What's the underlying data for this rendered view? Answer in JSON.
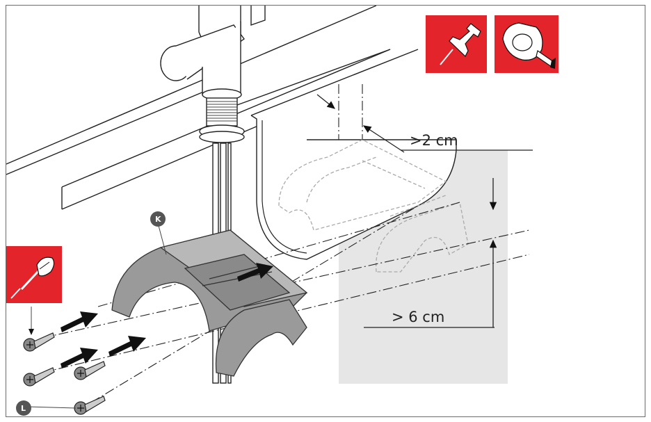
{
  "dimensions": {
    "top_clearance": ">2 cm",
    "bottom_clearance": "> 6 cm"
  },
  "labels": {
    "part_k": "K",
    "part_l": "L"
  },
  "icons": {
    "top_left_tool": "push-pin-icon",
    "top_right_tool": "tape-measure-icon",
    "left_tool": "screwdriver-icon"
  },
  "colors": {
    "icon_red": "#e3242b",
    "shade_gray": "#e6e6e6",
    "part_gray": "#8f8f8f"
  }
}
